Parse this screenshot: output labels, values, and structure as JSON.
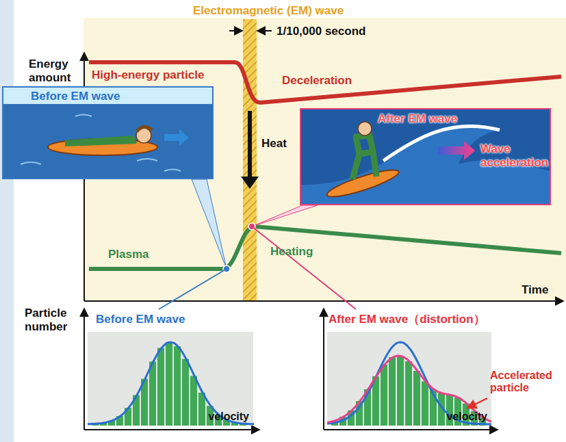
{
  "diagram": {
    "nodes": [
      {
        "text": [
          "Before EM wave"
        ]
      },
      {
        "text": [
          "After EM wave",
          "Wave acceleration"
        ]
      },
      {
        "text": [
          "Before EM wave",
          "velocity"
        ]
      },
      {
        "text": [
          "After EM wave（distortion）",
          "velocity"
        ]
      }
    ],
    "labels": [
      "Electromagnetic (EM) wave",
      "Energy amount",
      "1/10,000 second",
      "High-energy particle",
      "Deceleration",
      "Heat",
      "Plasma",
      "Heating",
      "Time",
      "Particle number",
      "Accelerated particle"
    ]
  }
}
